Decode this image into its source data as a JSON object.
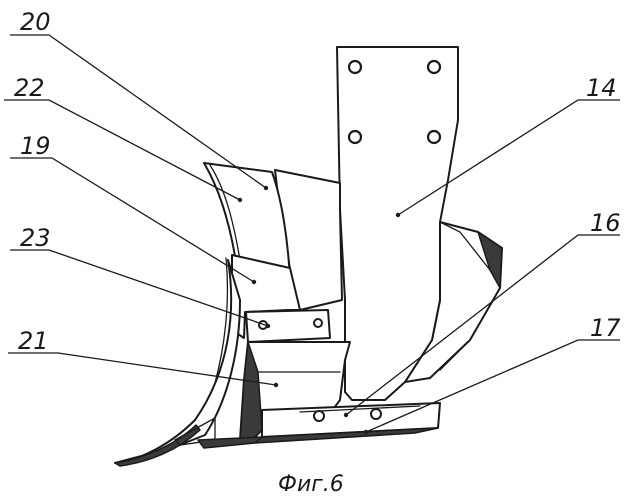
{
  "figure": {
    "caption": "Фиг.6",
    "labels": {
      "p20": "20",
      "p22": "22",
      "p19": "19",
      "p23": "23",
      "p21": "21",
      "p14": "14",
      "p16": "16",
      "p17": "17"
    }
  }
}
